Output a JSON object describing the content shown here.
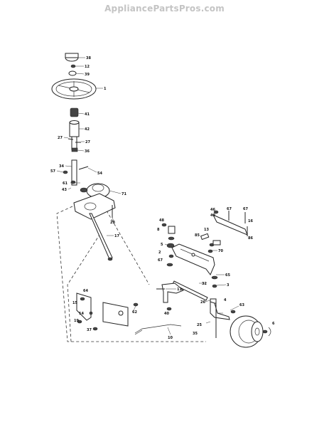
{
  "header": {
    "watermark": "AppliancePartsPros.com"
  },
  "callouts": {
    "c38": "38",
    "c12": "12",
    "c39": "39",
    "c1": "1",
    "c41": "41",
    "c42": "42",
    "c27a": "27",
    "c27b": "27",
    "c36": "36",
    "c34": "34",
    "c57": "57",
    "c54": "54",
    "c61": "61",
    "c43": "43",
    "c71": "71",
    "c28": "28",
    "c17": "17",
    "c48": "48",
    "c8": "8",
    "c5": "5",
    "c85": "85",
    "c13": "13",
    "c2": "2",
    "c67a": "67",
    "c67b": "67",
    "c67c": "67",
    "c46": "46",
    "c49": "49",
    "c16": "16",
    "c86": "86",
    "c70": "70",
    "c65": "65",
    "c32": "32",
    "c4": "4",
    "c3": "3",
    "c26": "26",
    "c25": "25",
    "c35": "35",
    "c10": "10",
    "c40": "40",
    "c11": "11",
    "c64": "64",
    "c15": "15",
    "c14": "14",
    "c19": "19",
    "c37": "37",
    "c62": "62",
    "c63": "63",
    "c6": "6"
  }
}
